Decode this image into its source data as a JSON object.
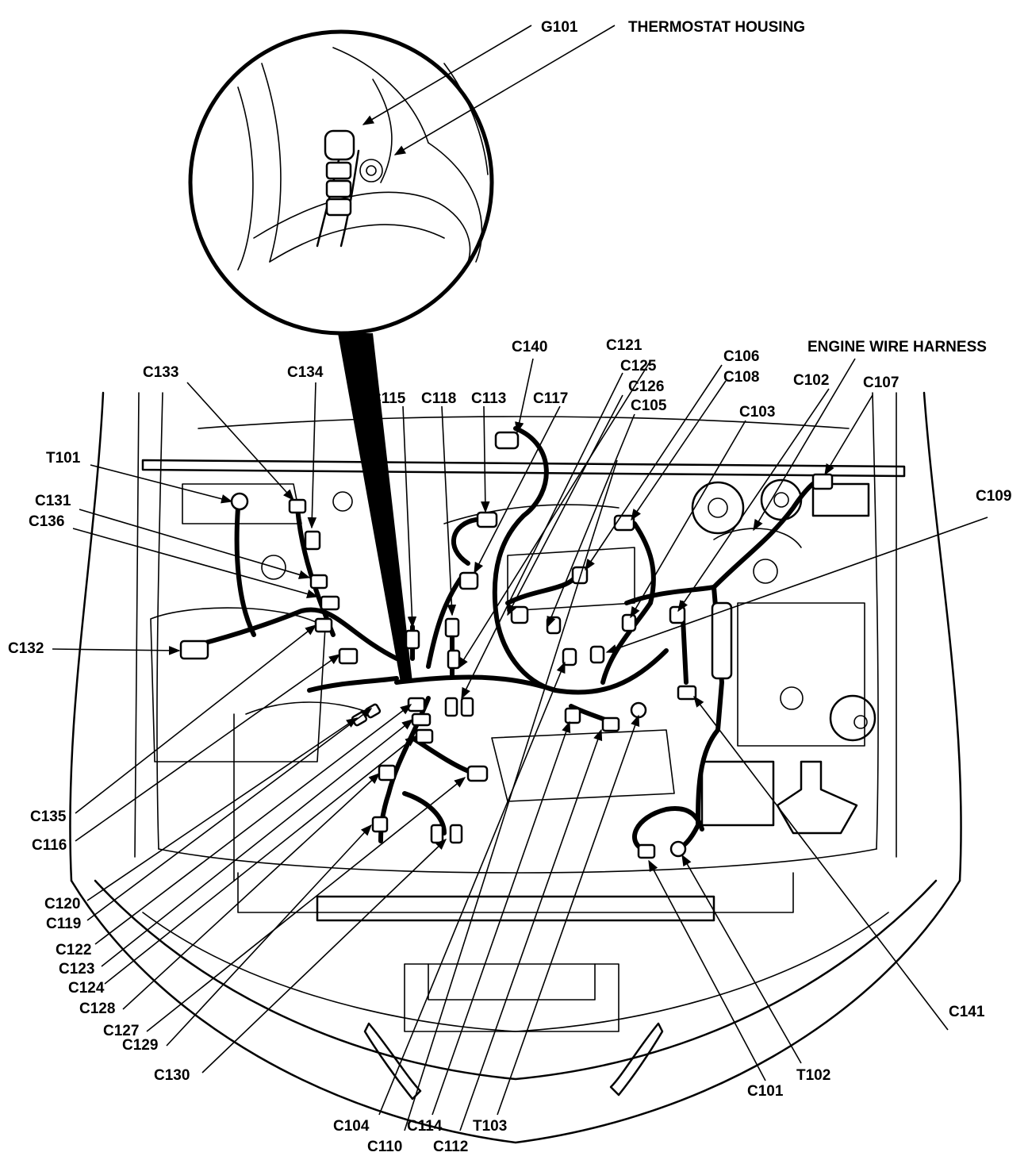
{
  "labels": {
    "g101": "G101",
    "thermostat_housing": "THERMOSTAT HOUSING",
    "engine_wire_harness": "ENGINE WIRE HARNESS",
    "c140": "C140",
    "c121": "C121",
    "c125": "C125",
    "c126": "C126",
    "c105": "C105",
    "c106": "C106",
    "c108": "C108",
    "c103": "C103",
    "c102": "C102",
    "c107": "C107",
    "c109": "C109",
    "c133": "C133",
    "c134": "C134",
    "c115": "C115",
    "c118": "C118",
    "c113": "C113",
    "c117": "C117",
    "t101": "T101",
    "c131": "C131",
    "c136": "C136",
    "c132": "C132",
    "c135": "C135",
    "c116": "C116",
    "c120": "C120",
    "c119": "C119",
    "c122": "C122",
    "c123": "C123",
    "c124": "C124",
    "c128": "C128",
    "c127": "C127",
    "c129": "C129",
    "c130": "C130",
    "c104": "C104",
    "c110": "C110",
    "c114": "C114",
    "c112": "C112",
    "t103": "T103",
    "c101": "C101",
    "t102": "T102",
    "c141": "C141"
  }
}
